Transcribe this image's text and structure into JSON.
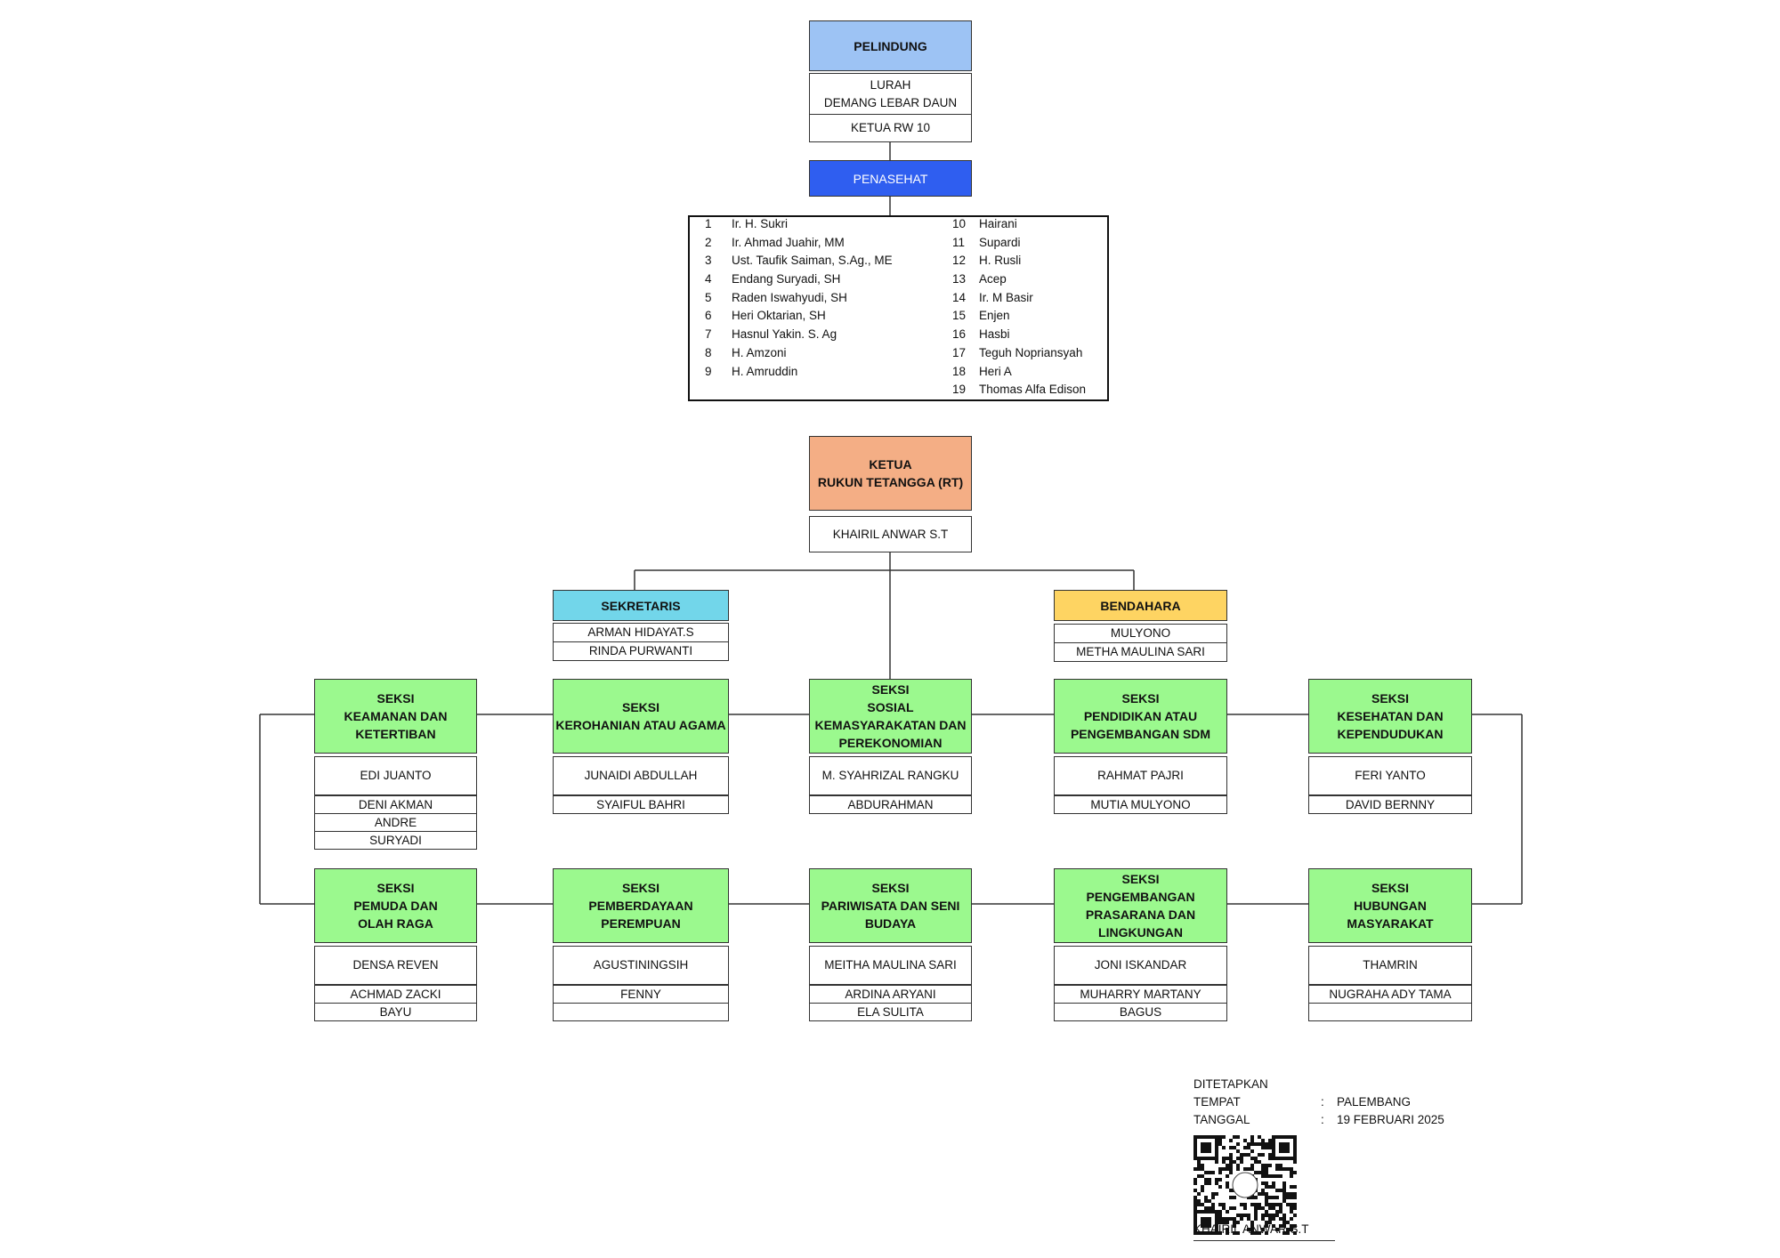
{
  "colors": {
    "pelindung": "#9dc3f4",
    "penasehat": "#2f5ef0",
    "ketua": "#f4ae85",
    "sekretaris": "#72d6ea",
    "bendahara": "#fed462",
    "seksi": "#9bf98e"
  },
  "pelindung": {
    "title": "PELINDUNG",
    "lurah": "LURAH\nDEMANG LEBAR DAUN",
    "rw": "KETUA RW 10"
  },
  "penasehat": {
    "title": "PENASEHAT",
    "members_left": [
      {
        "no": "1",
        "name": "Ir. H. Sukri"
      },
      {
        "no": "2",
        "name": "Ir. Ahmad Juahir, MM"
      },
      {
        "no": "3",
        "name": "Ust. Taufik Saiman, S.Ag., ME"
      },
      {
        "no": "4",
        "name": "Endang Suryadi, SH"
      },
      {
        "no": "5",
        "name": "Raden Iswahyudi, SH"
      },
      {
        "no": "6",
        "name": "Heri Oktarian, SH"
      },
      {
        "no": "7",
        "name": "Hasnul Yakin. S. Ag"
      },
      {
        "no": "8",
        "name": "H. Amzoni"
      },
      {
        "no": "9",
        "name": "H. Amruddin"
      }
    ],
    "members_right": [
      {
        "no": "10",
        "name": "Hairani"
      },
      {
        "no": "11",
        "name": "Supardi"
      },
      {
        "no": "12",
        "name": "H. Rusli"
      },
      {
        "no": "13",
        "name": "Acep"
      },
      {
        "no": "14",
        "name": "Ir. M Basir"
      },
      {
        "no": "15",
        "name": "Enjen"
      },
      {
        "no": "16",
        "name": "Hasbi"
      },
      {
        "no": "17",
        "name": "Teguh Nopriansyah"
      },
      {
        "no": "18",
        "name": "Heri A"
      },
      {
        "no": "19",
        "name": "Thomas Alfa Edison"
      }
    ]
  },
  "ketua": {
    "title": "KETUA\nRUKUN TETANGGA (RT)",
    "name": "KHAIRIL ANWAR S.T"
  },
  "sekretaris": {
    "title": "SEKRETARIS",
    "members": [
      "ARMAN HIDAYAT.S",
      "RINDA PURWANTI"
    ]
  },
  "bendahara": {
    "title": "BENDAHARA",
    "members": [
      "MULYONO",
      "METHA MAULINA SARI"
    ]
  },
  "seksi_row1": [
    {
      "title": "SEKSI\nKEAMANAN DAN\nKETERTIBAN",
      "lead": "EDI JUANTO",
      "members": [
        "DENI AKMAN",
        "ANDRE",
        "SURYADI"
      ]
    },
    {
      "title": "SEKSI\nKEROHANIAN ATAU AGAMA",
      "lead": "JUNAIDI ABDULLAH",
      "members": [
        "SYAIFUL BAHRI"
      ]
    },
    {
      "title": "SEKSI\nSOSIAL\nKEMASYARAKATAN DAN\nPEREKONOMIAN",
      "lead": "M. SYAHRIZAL RANGKU",
      "members": [
        "ABDURAHMAN"
      ]
    },
    {
      "title": "SEKSI\nPENDIDIKAN ATAU\nPENGEMBANGAN SDM",
      "lead": "RAHMAT PAJRI",
      "members": [
        "MUTIA MULYONO"
      ]
    },
    {
      "title": "SEKSI\nKESEHATAN DAN\nKEPENDUDUKAN",
      "lead": "FERI YANTO",
      "members": [
        "DAVID BERNNY"
      ]
    }
  ],
  "seksi_row2": [
    {
      "title": "SEKSI\nPEMUDA DAN\nOLAH RAGA",
      "lead": "DENSA REVEN",
      "members": [
        "ACHMAD ZACKI",
        "BAYU"
      ]
    },
    {
      "title": "SEKSI\nPEMBERDAYAAN\nPEREMPUAN",
      "lead": "AGUSTININGSIH",
      "members": [
        "FENNY",
        ""
      ]
    },
    {
      "title": "SEKSI\nPARIWISATA DAN SENI\nBUDAYA",
      "lead": "MEITHA MAULINA SARI",
      "members": [
        "ARDINA ARYANI",
        "ELA SULITA"
      ]
    },
    {
      "title": "SEKSI\nPENGEMBANGAN\nPRASARANA DAN\nLINGKUNGAN",
      "lead": "JONI ISKANDAR",
      "members": [
        "MUHARRY MARTANY",
        "BAGUS"
      ]
    },
    {
      "title": "SEKSI\nHUBUNGAN MASYARAKAT",
      "lead": "THAMRIN",
      "members": [
        "NUGRAHA ADY TAMA",
        ""
      ]
    }
  ],
  "signature": {
    "label": "DITETAPKAN",
    "place_label": "TEMPAT",
    "place_value": "PALEMBANG",
    "date_label": "TANGGAL",
    "date_value": "19  FEBRUARI 2025",
    "colon": ":",
    "signer": "KHAIRIL ANWAR S.T"
  }
}
